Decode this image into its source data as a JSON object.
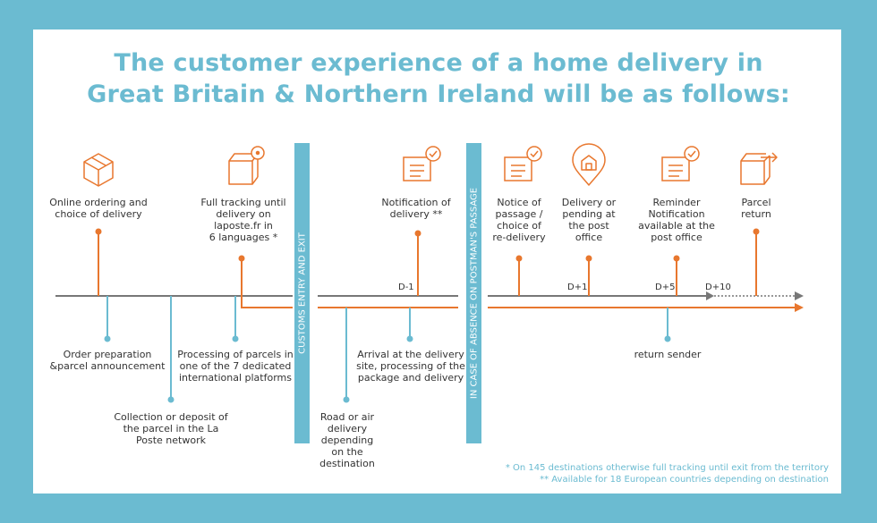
{
  "title": {
    "line1": "The customer experience of a home delivery in",
    "line2": "Great Britain & Northern Ireland will be as follows:"
  },
  "colors": {
    "accent": "#6bbbd1",
    "orange": "#e8772e",
    "grey": "#777777"
  },
  "bars": {
    "customs": "CUSTOMS ENTRY AND EXIT",
    "absence": "IN CASE OF ABSENCE ON POSTMAN'S PASSAGE"
  },
  "above": {
    "online": [
      "Online ordering and",
      "choice of delivery"
    ],
    "tracking": [
      "Full tracking until",
      "delivery on",
      "laposte.fr in",
      "6 languages *"
    ],
    "notification": [
      "Notification of",
      "delivery **"
    ],
    "notice": [
      "Notice of",
      "passage /",
      "choice of",
      "re-delivery"
    ],
    "pending": [
      "Delivery or",
      "pending at",
      "the post",
      "office"
    ],
    "reminder": [
      "Reminder",
      "Notification",
      "available at the",
      "post office"
    ],
    "parcel_return": [
      "Parcel",
      "return"
    ]
  },
  "below": {
    "order_prep": [
      "Order preparation",
      "&parcel announcement"
    ],
    "collection": [
      "Collection or deposit of",
      "the parcel in the La",
      "Poste network"
    ],
    "processing": [
      "Processing of parcels in",
      "one of the 7 dedicated",
      "international platforms"
    ],
    "road_air": [
      "Road or air",
      "delivery",
      "depending",
      "on the",
      "destination"
    ],
    "arrival": [
      "Arrival at the delivery",
      "site, processing of the",
      "package and delivery"
    ],
    "return_sender": [
      "return sender"
    ]
  },
  "days": {
    "d1": "D-1",
    "d1p": "D+1",
    "d5": "D+5",
    "d10": "D+10"
  },
  "icons": {
    "box": "package-icon",
    "tracking": "package-location-icon",
    "notification": "notification-envelope-icon",
    "notice": "notice-envelope-icon",
    "post_office": "location-pin-icon",
    "reminder": "reminder-envelope-icon",
    "return": "parcel-return-icon"
  },
  "footnotes": {
    "f1": "* On 145 destinations otherwise full tracking until exit from the territory",
    "f2": "** Available for 18 European countries depending on destination"
  }
}
